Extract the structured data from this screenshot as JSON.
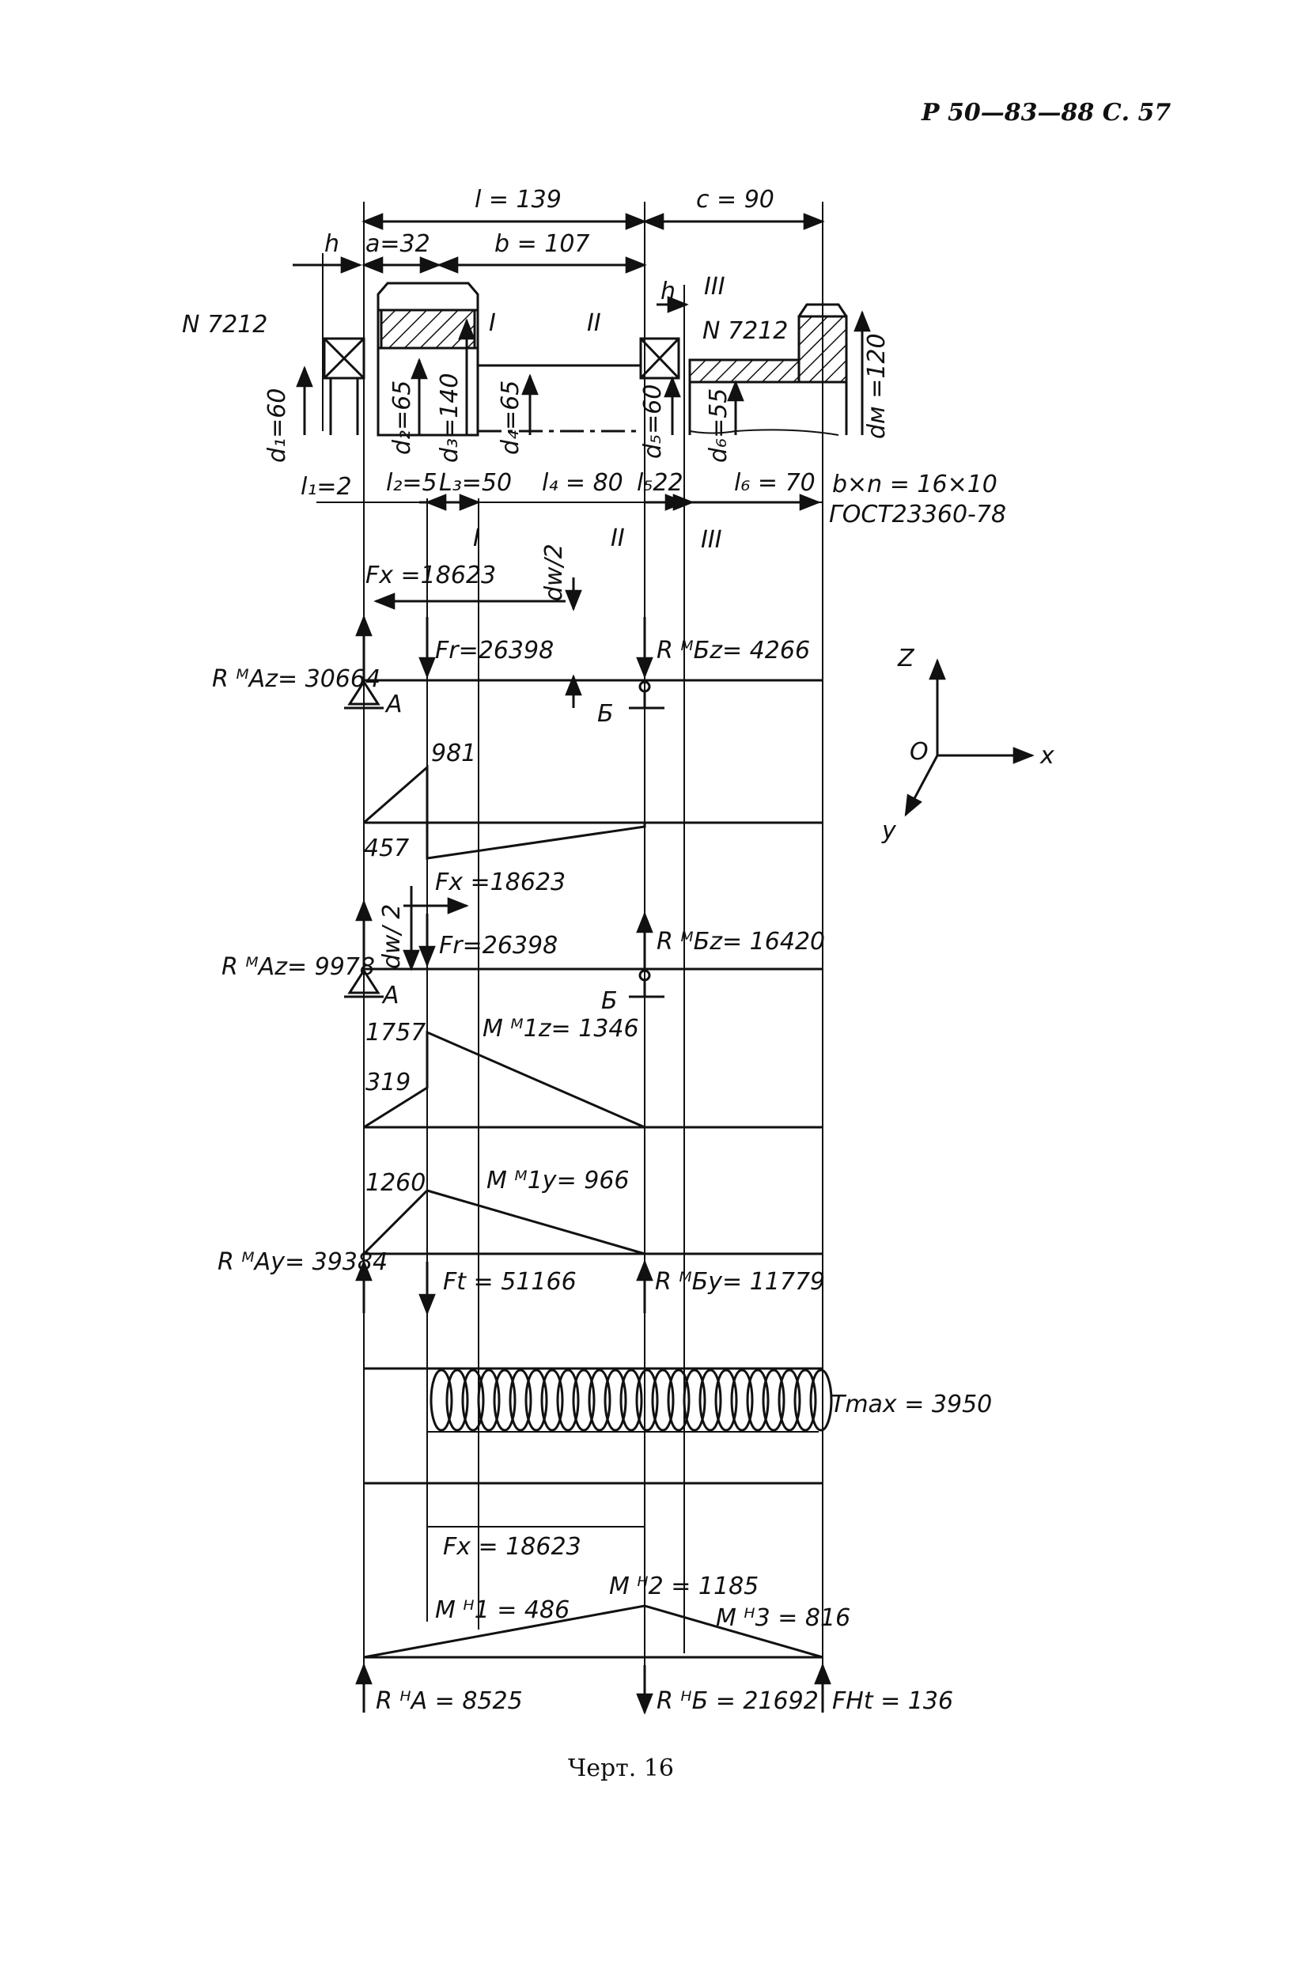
{
  "header": {
    "page_ref": "Р 50—83—88 С. 57"
  },
  "caption": "Черт. 16",
  "shaft": {
    "dims_top": {
      "l": "l = 139",
      "c": "c = 90",
      "h": "h",
      "a": "a=32",
      "b": "b = 107",
      "h2": "h"
    },
    "bearing_left": "N 7212",
    "bearing_right": "N 7212",
    "section_I": "I",
    "section_II": "II",
    "section_III": "III",
    "diameters": {
      "d1": "d₁=60",
      "d2": "d₂=65",
      "d3": "d₃=140",
      "d4": "d₄=65",
      "d5": "d₅=60",
      "d6": "d₆=55",
      "dm": "dм =120"
    },
    "lengths": {
      "l1": "l₁=2",
      "l2": "l₂=5",
      "l3": "L₃=50",
      "l4": "l₄ = 80",
      "l5": "l₅22",
      "l6": "l₆ = 70"
    },
    "spline": "b×n = 16×10",
    "gost": "ГОСТ23360-78"
  },
  "axes": {
    "z": "Z",
    "o": "O",
    "x": "x",
    "y": "y"
  },
  "vertical_plane": {
    "fx": "Fx =18623",
    "dw2": "dw/2",
    "fr": "Fr=26398",
    "ra": "R ᴹAz= 30664",
    "rb": "R ᴹБz= 4266",
    "support_a": "A",
    "support_b": "Б",
    "m_high": "981",
    "m_low": "457"
  },
  "vertical_plane2": {
    "fx": "Fx =18623",
    "dw2": "dw/ 2",
    "fr": "Fr=26398",
    "ra": "R ᴹAz= 9978",
    "rb": "R ᴹБz= 16420",
    "support_a": "A",
    "support_b": "Б",
    "m_peak": "1757",
    "m_low": "319",
    "m1z": "M ᴹ1z= 1346"
  },
  "horizontal_plane": {
    "m_peak": "1260",
    "m1y": "M ᴹ1y= 966",
    "ra": "R ᴹAy= 39384",
    "ft": "Ft = 51166",
    "rb": "R ᴹБy= 11779"
  },
  "torque": {
    "tmax": "Tmax = 3950"
  },
  "axial": {
    "fx": "Fx = 18623",
    "m1": "M ᴴ1 = 486",
    "m2": "M ᴴ2 = 1185",
    "m3": "M ᴴ3 = 816",
    "ra": "R ᴴA = 8525",
    "rb": "R ᴴБ = 21692",
    "fht": "FHt = 136"
  }
}
